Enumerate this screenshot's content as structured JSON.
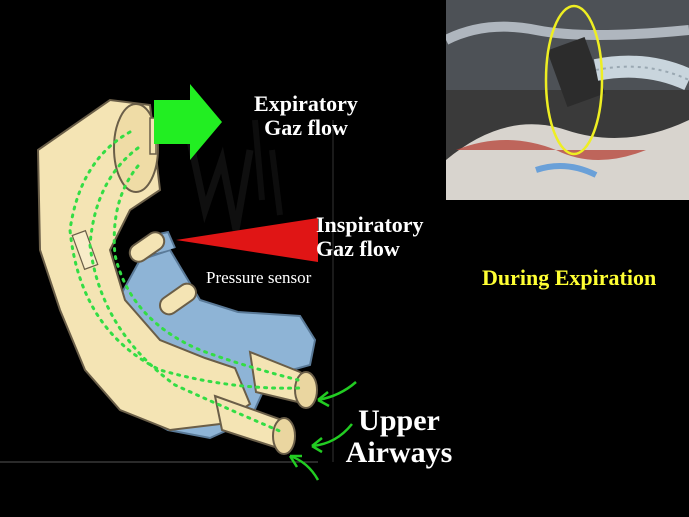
{
  "labels": {
    "expiratory": [
      "Expiratory",
      "Gaz flow"
    ],
    "inspiratory": [
      "Inspiratory",
      "Gaz flow"
    ],
    "pressure_sensor": "Pressure sensor",
    "phase": "During Expiration",
    "airways": [
      "Upper",
      "Airways"
    ]
  },
  "colors": {
    "background": "#000000",
    "device_body": "#f4e4b4",
    "device_outline": "#6a5e48",
    "tube_blue": "#8eb4d6",
    "flow_dots": "#33dd44",
    "expiratory_arrow": "#22ee22",
    "inspiratory_arrow": "#e01515",
    "airway_arrows": "#22cc22",
    "phase_text": "#ffff33",
    "highlight_ellipse": "#eeee22"
  },
  "icons": {
    "expiratory_flow": "block-arrow-right-icon",
    "inspiratory_flow": "wedge-arrow-left-icon",
    "photo": "neonatal-ventilation-photo"
  }
}
